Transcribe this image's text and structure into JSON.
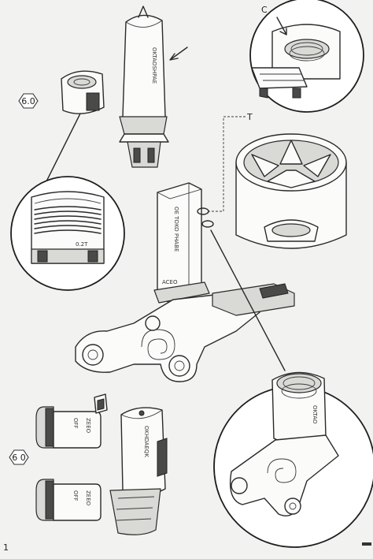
{
  "labels": {
    "top_ref": "C",
    "side_ref": "T",
    "badge_top": "6.0",
    "badge_bottom": "6 0",
    "detail_gauge": "0.2T",
    "figure_number": "1"
  },
  "engravings": {
    "handle_top": "OKTAOSHPAE",
    "handle_center": "OE TOKO PHABE",
    "handle_bottom": "OKHDAEQK",
    "bushing": "OKTAO",
    "adapter_top": "OFF",
    "adapter_top_2": "ZEEO",
    "adapter_bottom": "OFF",
    "adapter_bottom_2": "ZEEO",
    "base_plate": "ACEO"
  }
}
